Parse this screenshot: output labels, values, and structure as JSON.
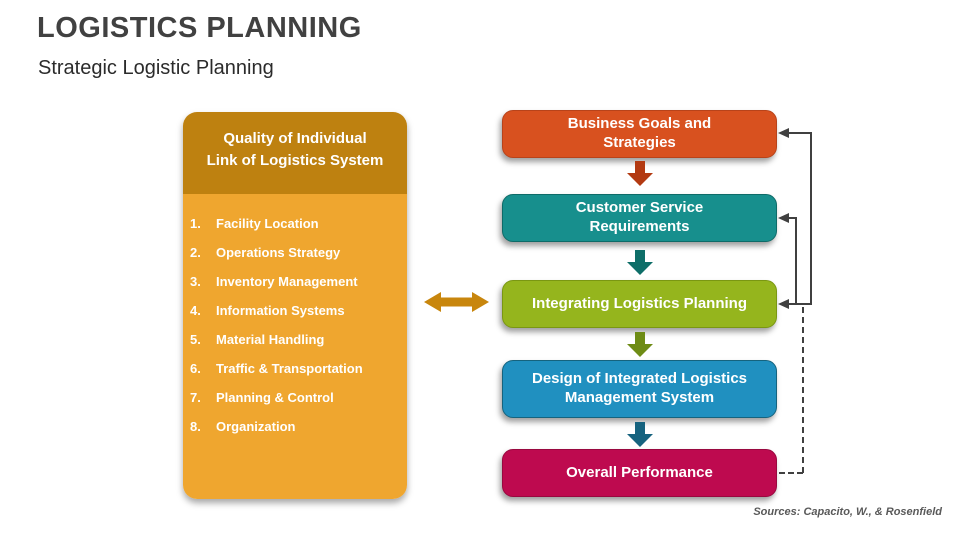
{
  "slide": {
    "title": "LOGISTICS PLANNING",
    "subtitle": "Strategic Logistic Planning",
    "source": "Sources: Capacito, W., & Rosenfield"
  },
  "panel": {
    "header_line1": "Quality of Individual",
    "header_line2": "Link of Logistics System",
    "header_bg": "#BE8110",
    "body_bg": "#EFA62F",
    "items": [
      {
        "num": "1.",
        "label": "Facility Location"
      },
      {
        "num": "2.",
        "label": "Operations Strategy"
      },
      {
        "num": "3.",
        "label": "Inventory Management"
      },
      {
        "num": "4.",
        "label": "Information Systems"
      },
      {
        "num": "5.",
        "label": "Material Handling"
      },
      {
        "num": "6.",
        "label": "Traffic & Transportation"
      },
      {
        "num": "7.",
        "label": "Planning & Control"
      },
      {
        "num": "8.",
        "label": "Organization"
      }
    ]
  },
  "flow": {
    "boxes": [
      {
        "label": "Business Goals and Strategies",
        "fill": "#D8511F",
        "border": "#B8431A"
      },
      {
        "label": "Customer Service Requirements",
        "fill": "#178F8D",
        "border": "#0E6B68"
      },
      {
        "label": "Integrating Logistics Planning",
        "fill": "#95B51D",
        "border": "#7A9712"
      },
      {
        "label": "Design of Integrated Logistics Management System",
        "fill": "#2090C0",
        "border": "#15637E"
      },
      {
        "label": "Overall Performance",
        "fill": "#BE0A4F",
        "border": "#99083F"
      }
    ],
    "arrows": [
      {
        "color": "#B33A12"
      },
      {
        "color": "#0E6E68"
      },
      {
        "color": "#6E8C15"
      },
      {
        "color": "#16637F"
      }
    ],
    "connector_color": "#404040",
    "link_arrow_color": "#C8860D"
  }
}
